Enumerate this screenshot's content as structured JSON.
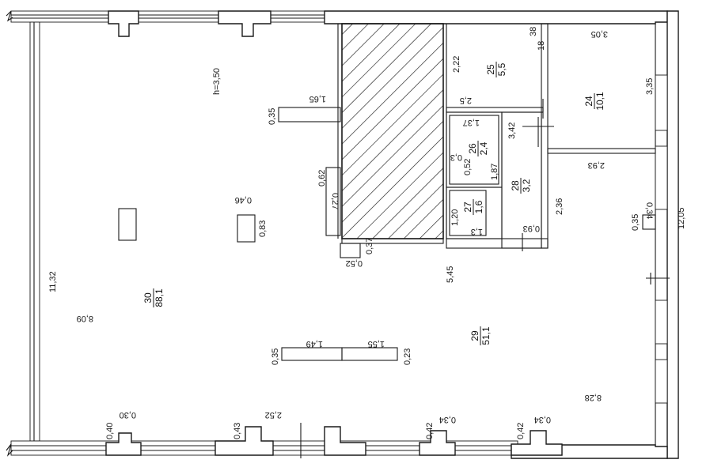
{
  "colors": {
    "line": "#1a1a1a",
    "background": "#ffffff",
    "hatch": "#1a1a1a"
  },
  "ceiling_height": "h=3,50",
  "rooms": [
    {
      "number": "24",
      "area": "10,1"
    },
    {
      "number": "25",
      "area": "5,5"
    },
    {
      "number": "26",
      "area": "2,4"
    },
    {
      "number": "27",
      "area": "1,6"
    },
    {
      "number": "28",
      "area": "3,2"
    },
    {
      "number": "29",
      "area": "51,1"
    },
    {
      "number": "30",
      "area": "88,1"
    }
  ],
  "dimensions": {
    "d_11_32": "11,32",
    "d_12_05": "12,05",
    "d_8_09": "8,09",
    "d_8_28": "8,28",
    "d_5_45": "5,45",
    "d_1_65": "1,65",
    "d_0_35a": "0,35",
    "d_0_62": "0,62",
    "d_0_27": "0,27",
    "d_0_46": "0,46",
    "d_0_83": "0,83",
    "d_0_52a": "0,52",
    "d_0_37": "0,37",
    "d_2_22": "2,22",
    "d_2_5": "2,5",
    "d_38": "38",
    "d_18": "18",
    "d_3_05": "3,05",
    "d_3_35": "3,35",
    "d_1_37": "1,37",
    "d_0_3": "0,3",
    "d_0_52b": "0,52",
    "d_1_87": "1,87",
    "d_3_42": "3,42",
    "d_2_93": "2,93",
    "d_1_20": "1,20",
    "d_1_3": "1,3",
    "d_0_93": "0,93",
    "d_2_36": "2,36",
    "d_0_34a": "0,34",
    "d_0_35b": "0,35",
    "d_0_35c": "0,35",
    "d_1_49": "1,49",
    "d_1_55": "1,55",
    "d_0_23": "0,23",
    "d_0_30": "0,30",
    "d_0_40": "0,40",
    "d_0_43": "0,43",
    "d_2_52": "2,52",
    "d_0_42a": "0,42",
    "d_0_34b": "0,34",
    "d_0_42b": "0,42",
    "d_0_34c": "0,34"
  }
}
